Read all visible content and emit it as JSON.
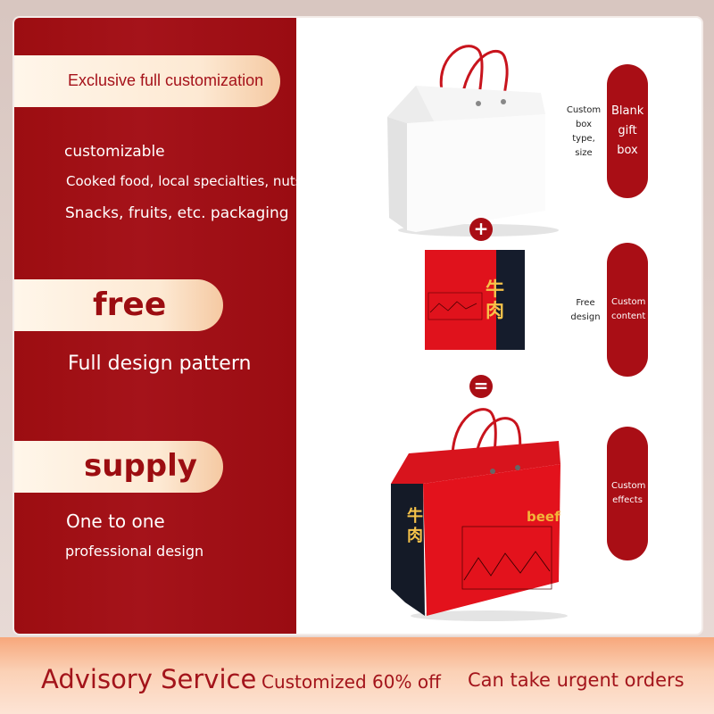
{
  "left_panel": {
    "pill1": "Exclusive full customization",
    "line1": "customizable",
    "line2": "Cooked food, local specialties, nuts",
    "line3": "Snacks, fruits, etc. packaging",
    "pill2": "free",
    "line4": "Full design pattern",
    "pill3": "supply",
    "line5": "One to one",
    "line6": "professional design"
  },
  "labels": {
    "custom_box": "Custom box type, size",
    "free_design": "Free design"
  },
  "right_pills": {
    "blank_gift_box": "Blank gift box",
    "custom_content": "Custom content",
    "custom_effects": "Custom effects"
  },
  "operators": {
    "plus": "+",
    "equal": "="
  },
  "box_art": {
    "glyph": "牛肉",
    "beef_label": "beef"
  },
  "bottom_bar": {
    "advisory": "Advisory Service",
    "discount": "Customized 60% off",
    "urgent": "Can take urgent orders"
  },
  "colors": {
    "brand_red": "#a90e15",
    "accent_cream": "#fde9d3"
  }
}
